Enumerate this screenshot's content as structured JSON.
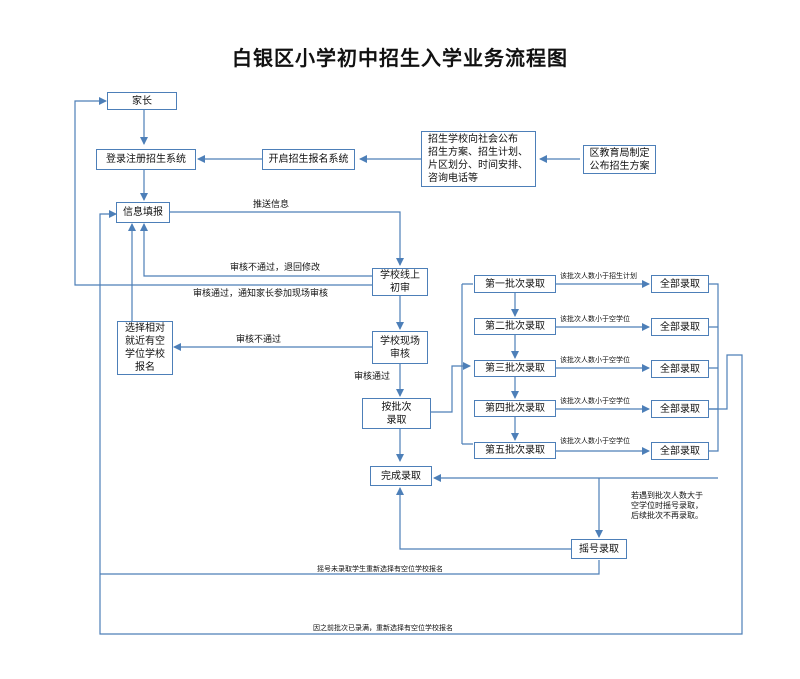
{
  "title": "白银区小学初中招生入学业务流程图",
  "nodes": {
    "parent": "家长",
    "login": "登录注册招生系统",
    "open_sys": "开启招生报名系统",
    "announce": "招生学校向社会公布\n招生方案、招生计划、\n片区划分、时间安排、\n咨询电话等",
    "bureau": "区教育局制定\n公布招生方案",
    "fill_info": "信息填报",
    "online_review": "学校线上\n初审",
    "onsite_review": "学校现场\n审核",
    "choose_other": "选择相对\n就近有空\n学位学校\n报名",
    "batch_admit": "按批次\n录取",
    "batch1": "第一批次录取",
    "batch2": "第二批次录取",
    "batch3": "第三批次录取",
    "batch4": "第四批次录取",
    "batch5": "第五批次录取",
    "all1": "全部录取",
    "all2": "全部录取",
    "all3": "全部录取",
    "all4": "全部录取",
    "all5": "全部录取",
    "complete": "完成录取",
    "lottery": "摇号录取"
  },
  "labels": {
    "push_info": "推送信息",
    "fail_return": "审核不通过，退回修改",
    "pass_notify": "审核通过，通知家长参加现场审核",
    "fail_onsite": "审核不通过",
    "pass_onsite": "审核通过",
    "cond1": "该批次人数小于招生计划",
    "cond2": "该批次人数小于空学位",
    "cond3": "该批次人数小于空学位",
    "cond4": "该批次人数小于空学位",
    "cond5": "该批次人数小于空学位",
    "lottery_rule": "若遇到批次人数大于\n空学位时摇号录取，\n后续批次不再录取。",
    "lottery_unadmitted": "摇号未录取学生重新选择有空位学校报名",
    "batch_full": "因之前批次已录满，重新选择有空位学校报名"
  },
  "colors": {
    "line": "#4d7fb8",
    "box_border": "#4d7fb8",
    "text": "#111111"
  }
}
